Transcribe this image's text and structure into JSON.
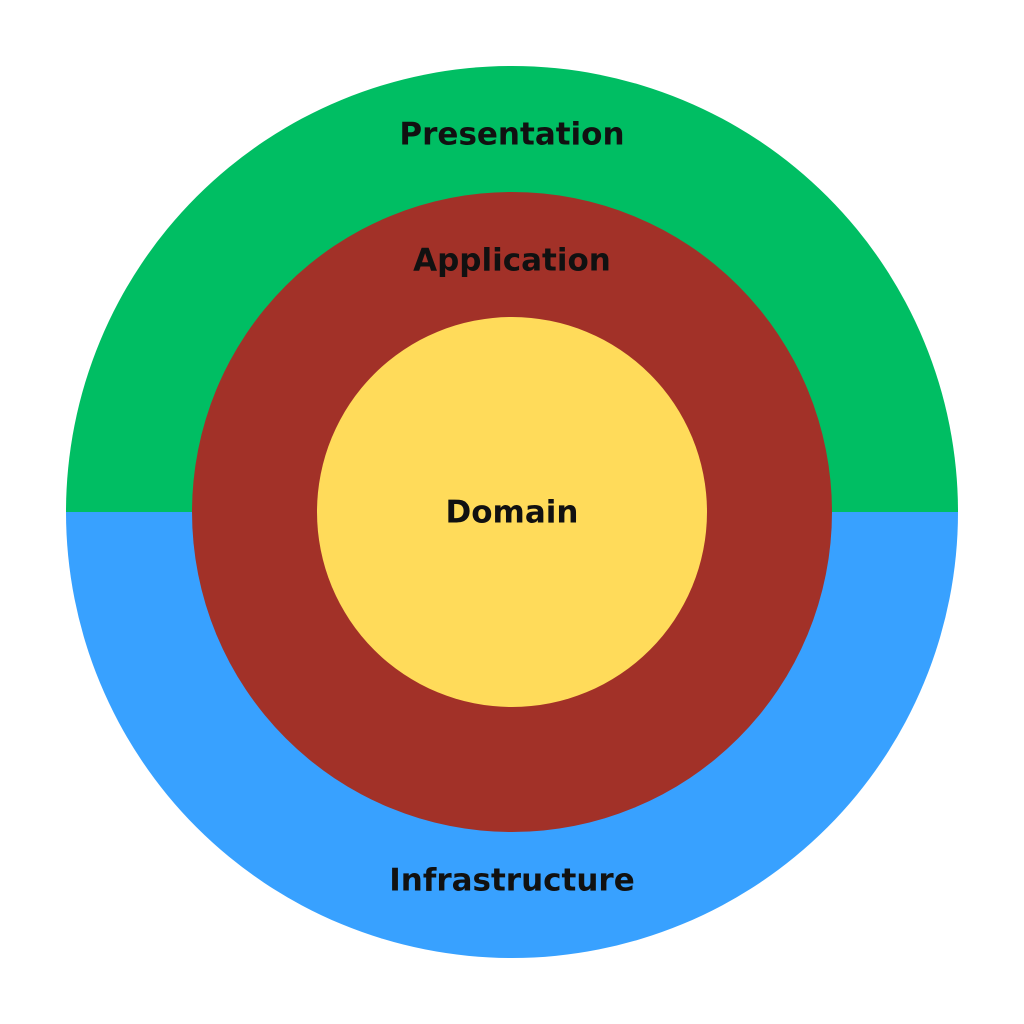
{
  "layers": {
    "presentation": {
      "label": "Presentation",
      "color": "#00BE63"
    },
    "infrastructure": {
      "label": "Infrastructure",
      "color": "#38A1FF"
    },
    "application": {
      "label": "Application",
      "color": "#A23128"
    },
    "domain": {
      "label": "Domain",
      "color": "#FFDB5A"
    }
  }
}
